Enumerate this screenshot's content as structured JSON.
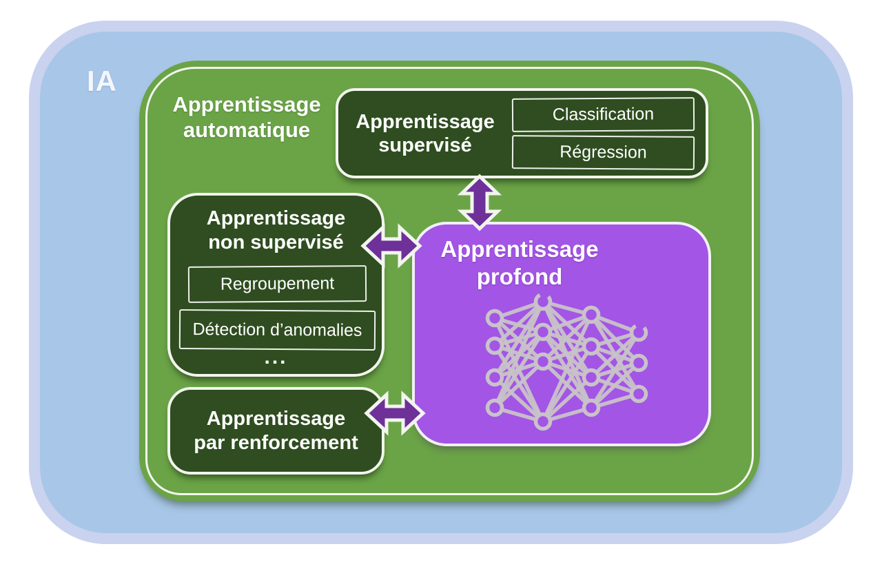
{
  "nodes": {
    "ia": {
      "label": "IA"
    },
    "machine_learning": {
      "title_lines": [
        "Apprentissage",
        "automatique"
      ]
    },
    "supervised": {
      "title_lines": [
        "Apprentissage",
        "supervisé"
      ],
      "items": [
        "Classification",
        "Régression"
      ]
    },
    "unsupervised": {
      "title_lines": [
        "Apprentissage",
        "non supervisé"
      ],
      "items": [
        "Regroupement",
        "Détection d’anomalies"
      ],
      "more": "..."
    },
    "reinforcement": {
      "title_lines": [
        "Apprentissage",
        "par renforcement"
      ]
    },
    "deep_learning": {
      "title_lines": [
        "Apprentissage",
        "profond"
      ]
    }
  },
  "colors": {
    "page_bg": "#ffffff",
    "ia_fill": "#a8c6e8",
    "ia_rim": "#c9d2ee",
    "ml_fill": "#6ba447",
    "dark_box_fill": "#2f4d20",
    "deep_fill": "#a355e6",
    "arrow_fill": "#6e3099",
    "outline_white": "#f2f5ee",
    "network_gray": "#c9c3c9",
    "text_white": "#ffffff"
  },
  "icons": {
    "neural_network": "neural-network-icon",
    "vertical_arrow": "vertical-double-arrow-icon",
    "horizontal_arrow": "horizontal-double-arrow-icon"
  }
}
